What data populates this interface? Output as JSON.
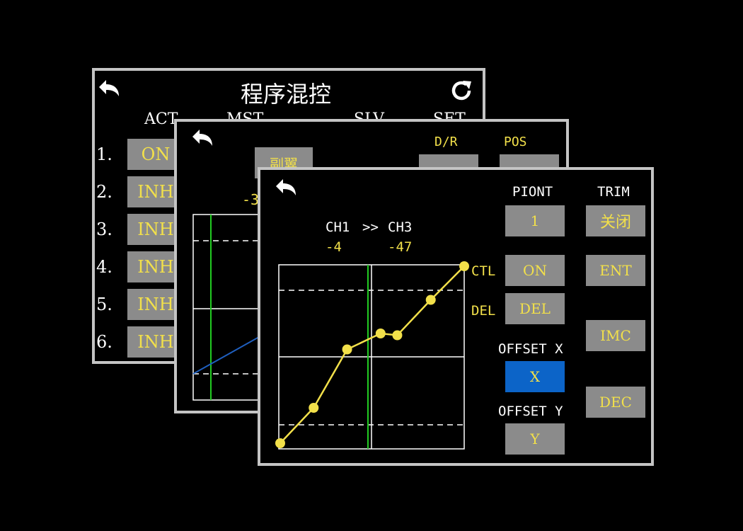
{
  "colors": {
    "accent": "#f2e04a",
    "button": "#8b8b8b",
    "selected": "#0c64c8",
    "frame": "#c4c4c4",
    "green_line": "#22cc22"
  },
  "back_panel": {
    "title": "程序混控",
    "headers": [
      "ACT",
      "MST",
      "SLV",
      "SET"
    ],
    "rows": [
      {
        "num": "1.",
        "act": "ON"
      },
      {
        "num": "2.",
        "act": "INH"
      },
      {
        "num": "3.",
        "act": "INH"
      },
      {
        "num": "4.",
        "act": "INH"
      },
      {
        "num": "5.",
        "act": "INH"
      },
      {
        "num": "6.",
        "act": "INH"
      }
    ]
  },
  "mid_panel": {
    "aux_label": "副翼",
    "dr_label": "D/R",
    "pos_label": "POS",
    "value": "-3"
  },
  "front_panel": {
    "ch_from": "CH1",
    "arrow": ">>",
    "ch_to": "CH3",
    "val_from": "-4",
    "val_to": "-47",
    "ctl_label": "CTL",
    "del_label": "DEL",
    "piont_label": "PIONT",
    "trim_label": "TRIM",
    "point_value": "1",
    "trim_value": "关闭",
    "ctl_value": "ON",
    "del_value": "DEL",
    "ent": "ENT",
    "imc": "IMC",
    "dec": "DEC",
    "offset_x_label": "OFFSET X",
    "offset_x_value": "X",
    "offset_y_label": "OFFSET Y",
    "offset_y_value": "Y"
  },
  "chart_data": {
    "type": "line",
    "points": [
      [
        0,
        0
      ],
      [
        1,
        2
      ],
      [
        2,
        5.3
      ],
      [
        3,
        6.2
      ],
      [
        3.5,
        6.1
      ],
      [
        4.5,
        8.1
      ],
      [
        5.5,
        10
      ]
    ],
    "xlim": [
      0,
      5.5
    ],
    "ylim": [
      0,
      10
    ]
  }
}
